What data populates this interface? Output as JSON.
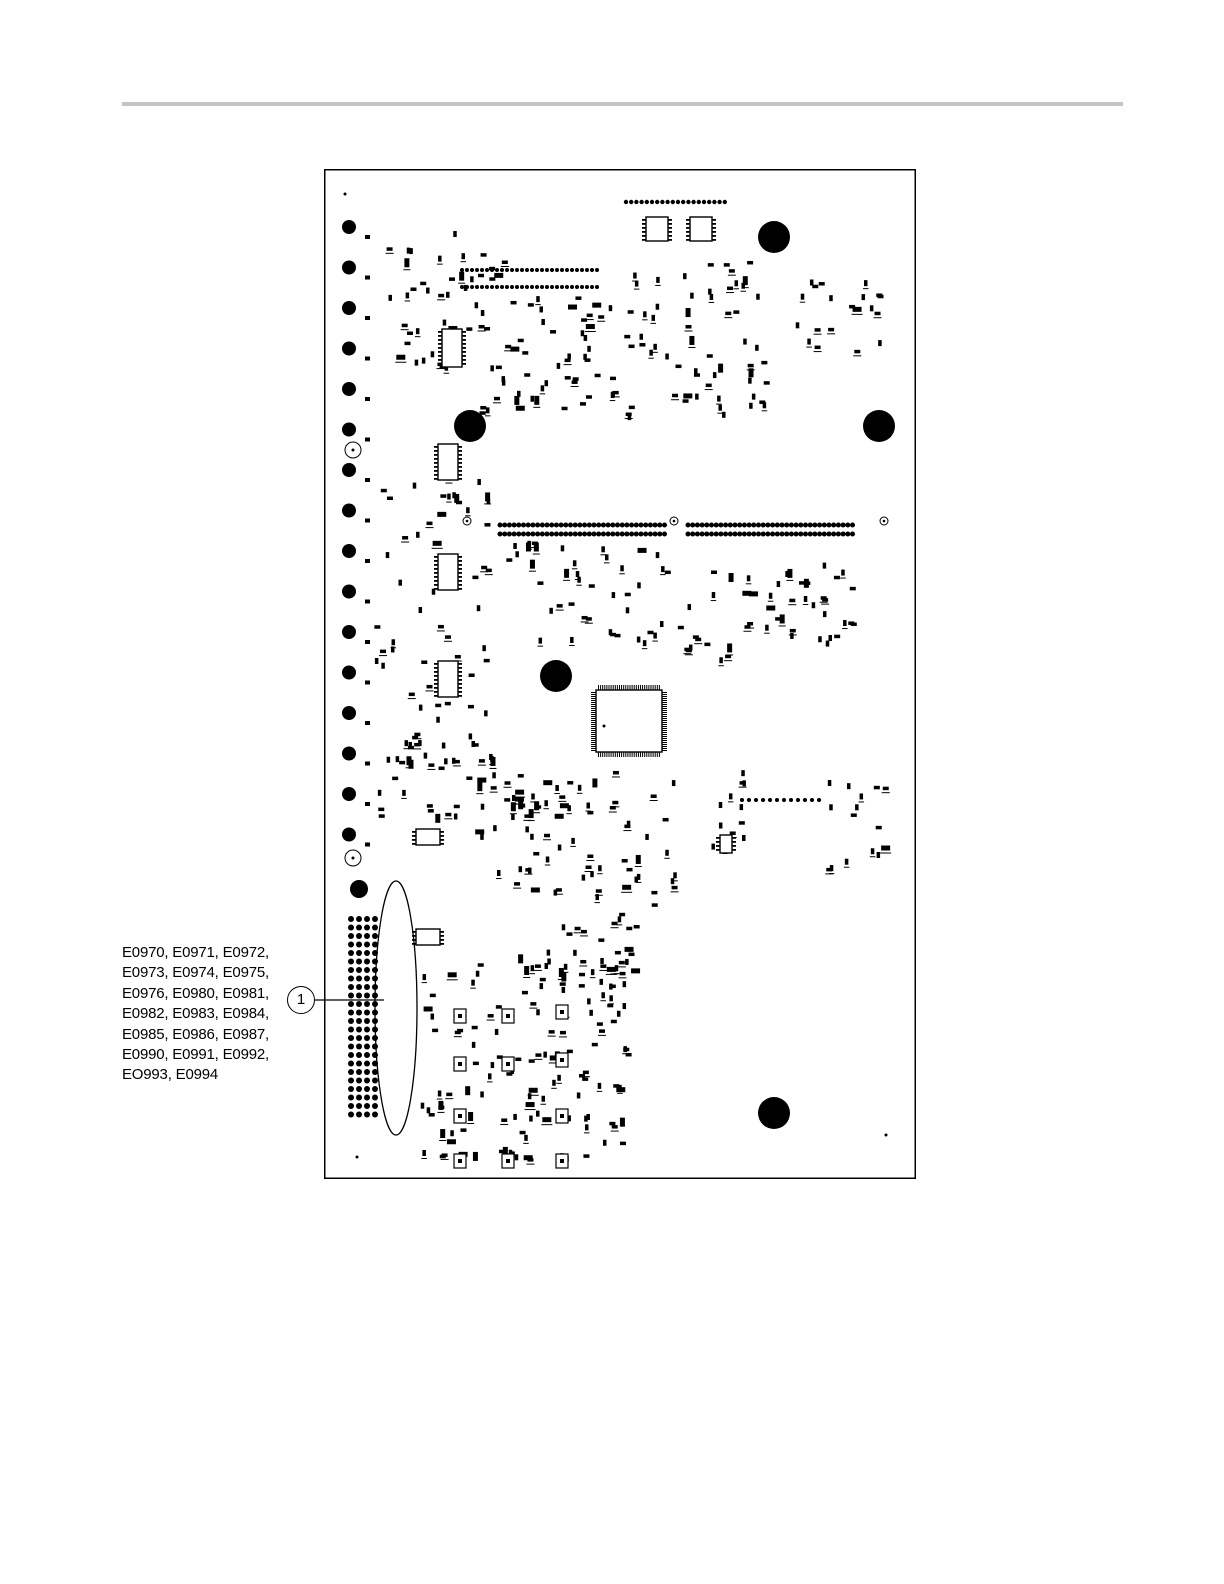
{
  "figure": {
    "callout_number": "1",
    "callout_refs": [
      "E0970, E0971, E0972,",
      "E0973, E0974, E0975,",
      "E0976, E0980, E0981,",
      "E0982, E0983, E0984,",
      "E0985, E0986, E0987,",
      "E0990, E0991, E0992,",
      "EO993, E0994"
    ]
  },
  "colors": {
    "ink": "#000000",
    "rule": "#c4c4c4",
    "paper": "#ffffff"
  }
}
